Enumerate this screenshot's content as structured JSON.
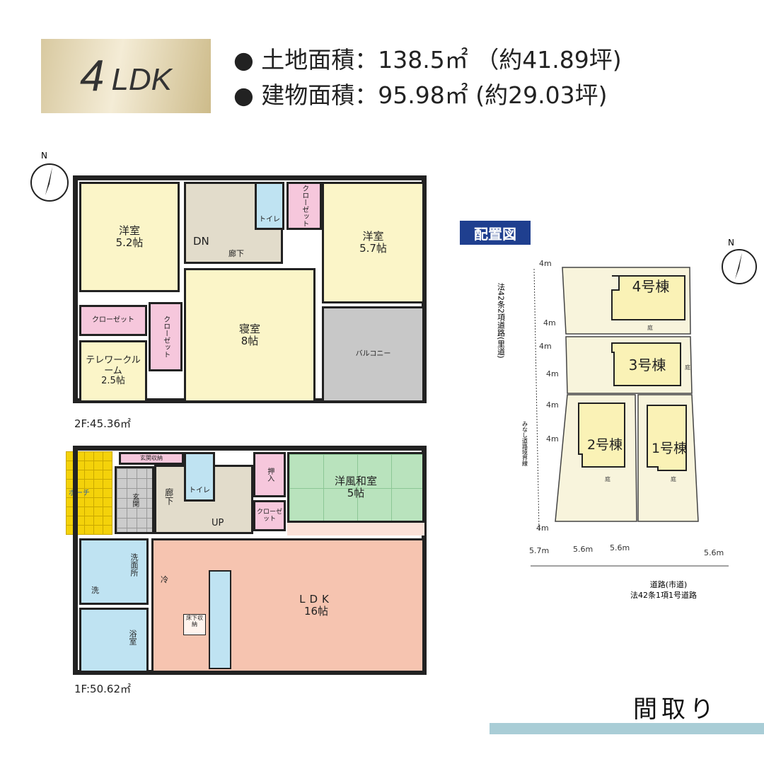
{
  "header": {
    "layout_number": "4",
    "layout_type": "LDK",
    "land_area": "● 土地面積：138.5㎡ （約41.89坪)",
    "building_area": "● 建物面積：95.98㎡ (約29.03坪)"
  },
  "floor2": {
    "area_label": "2F:45.36㎡",
    "rooms": [
      {
        "name": "洋室",
        "size": "5.2帖"
      },
      {
        "name": "洋室",
        "size": "5.7帖"
      },
      {
        "name": "寝室",
        "size": "8帖"
      },
      {
        "name": "バルコニー"
      },
      {
        "name": "クローゼット"
      },
      {
        "name": "クローゼット"
      },
      {
        "name": "テレワークルーム",
        "size": "2.5帖"
      },
      {
        "name": "トイレ"
      },
      {
        "name": "クローゼット"
      },
      {
        "name": "廊下"
      },
      {
        "name": "DN"
      }
    ]
  },
  "floor1": {
    "area_label": "1F:50.62㎡",
    "rooms": [
      {
        "name": "ポーチ"
      },
      {
        "name": "玄関"
      },
      {
        "name": "玄関収納"
      },
      {
        "name": "廊下"
      },
      {
        "name": "トイレ"
      },
      {
        "name": "UP"
      },
      {
        "name": "押入"
      },
      {
        "name": "クローゼット"
      },
      {
        "name": "洋風和室",
        "size": "5帖"
      },
      {
        "name": "洗面所"
      },
      {
        "name": "浴室"
      },
      {
        "name": "LDK",
        "size": "16帖"
      },
      {
        "name": "床下収納"
      },
      {
        "name": "洗"
      },
      {
        "name": "冷"
      }
    ]
  },
  "site_plan": {
    "title": "配置図",
    "buildings": [
      "4号棟",
      "3号棟",
      "2号棟",
      "1号棟"
    ],
    "garden": "庭",
    "left_road": "法42条2項道路(里道)",
    "deemed_line": "みなし道路境界線",
    "front_road": "道路(市道)",
    "front_road_law": "法42条1項1号道路",
    "dims": [
      "4m",
      "4m",
      "4m",
      "4m",
      "4m",
      "4m",
      "4m",
      "5.7m",
      "5.6m",
      "5.6m",
      "5.6m"
    ]
  },
  "north_label": "N",
  "footer": {
    "title": "間取り"
  },
  "colors": {
    "yellow_room": "#fbf5c8",
    "closet": "#f6c7dc",
    "wet": "#bfe3f2",
    "ldk": "#f6c4b0",
    "washitsu": "#b9e3bd",
    "balcony": "#c8c8c8",
    "site_badge": "#1f3f8f",
    "footer_bar": "#a9cdd6"
  }
}
